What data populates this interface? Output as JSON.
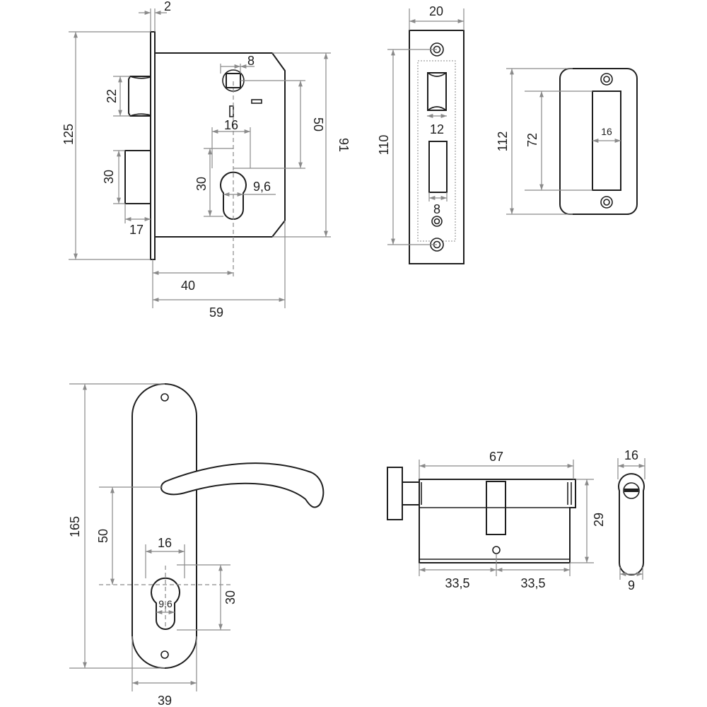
{
  "lock_body": {
    "faceplate_thickness": "2",
    "faceplate_length": "125",
    "latch_height": "22",
    "deadbolt_height": "30",
    "deadbolt_throw": "17",
    "spindle_square": "8",
    "spindle_to_cylinder": "50",
    "body_height": "91",
    "cylinder_width": "16",
    "cylinder_height": "30",
    "cylinder_neck": "9,6",
    "backset": "40",
    "body_depth": "59"
  },
  "front_plate": {
    "width": "20",
    "hole_spacing": "110",
    "latch_slot": "12",
    "bolt_slot": "8"
  },
  "strike_plate": {
    "height": "112",
    "hole_spacing": "72",
    "opening": "16"
  },
  "handle": {
    "plate_length": "165",
    "lever_to_cylinder": "50",
    "cylinder_width": "16",
    "cylinder_neck": "9,6",
    "cylinder_height": "30",
    "plate_width": "39"
  },
  "cylinder": {
    "length": "67",
    "height": "29",
    "half_left": "33,5",
    "half_right": "33,5",
    "profile_width": "16",
    "profile_neck": "9"
  }
}
